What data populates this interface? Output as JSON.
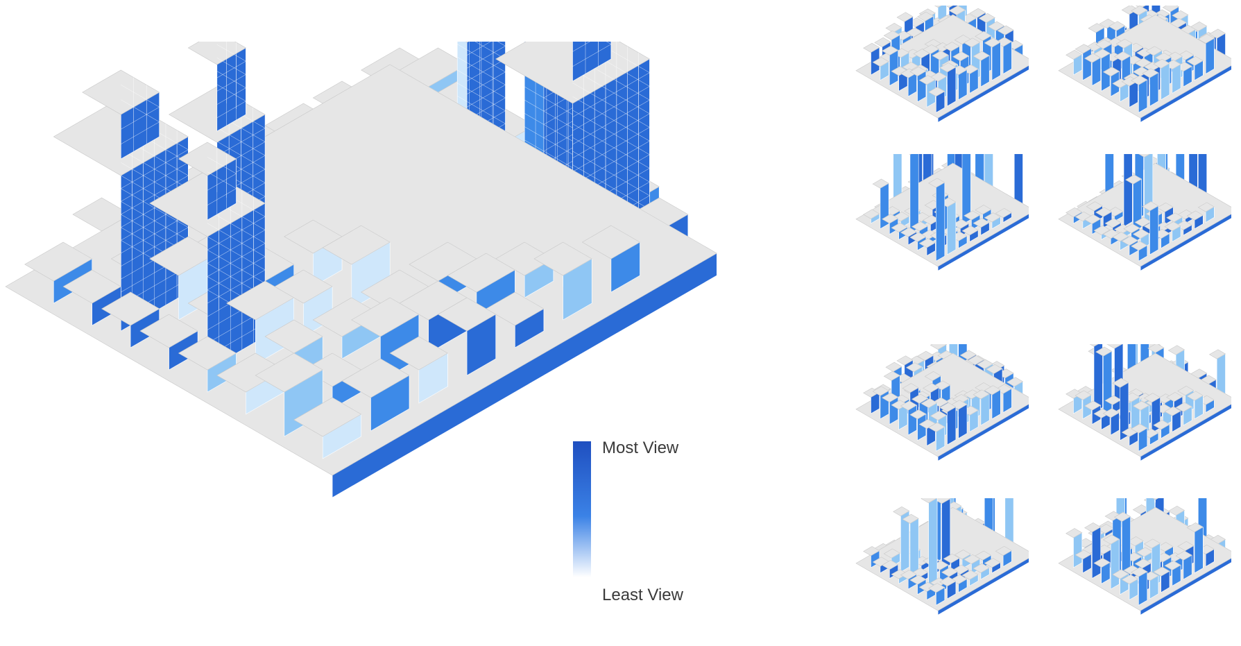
{
  "legend": {
    "max_label": "Most View",
    "min_label": "Least View",
    "colors": {
      "most": "#1f4fc0",
      "mid": "#3b82e6",
      "least": "#ffffff"
    }
  },
  "colors": {
    "roof": "#e6e6e6",
    "roof_shade": "#d9d9d9",
    "facade_dark": "#2a6bd6",
    "facade_mid": "#3d8ae8",
    "facade_light": "#8fc6f4",
    "facade_pale": "#cfe7fb",
    "line": "#ffffff"
  },
  "thumbnails": [
    {
      "icon": "city-block-thumbnail-icon",
      "style": "mid-rise"
    },
    {
      "icon": "city-block-thumbnail-icon",
      "style": "mid-rise"
    },
    {
      "icon": "city-block-thumbnail-icon",
      "style": "towers"
    },
    {
      "icon": "city-block-thumbnail-icon",
      "style": "towers"
    },
    {
      "icon": "city-block-thumbnail-icon",
      "style": "mid-rise"
    },
    {
      "icon": "city-block-thumbnail-icon",
      "style": "dense"
    },
    {
      "icon": "city-block-thumbnail-icon",
      "style": "towers"
    },
    {
      "icon": "city-block-thumbnail-icon",
      "style": "dense"
    }
  ]
}
